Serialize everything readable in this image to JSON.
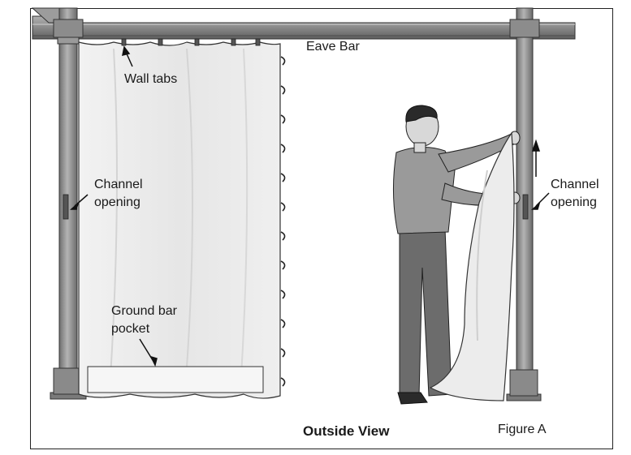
{
  "labels": {
    "eave_bar": "Eave Bar",
    "wall_tabs": "Wall tabs",
    "channel_opening_left_line1": "Channel",
    "channel_opening_left_line2": "opening",
    "channel_opening_right_line1": "Channel",
    "channel_opening_right_line2": "opening",
    "ground_bar_pocket_line1": "Ground bar",
    "ground_bar_pocket_line2": "pocket",
    "view_caption": "Outside View",
    "figure_caption": "Figure A"
  },
  "colors": {
    "frame_gray": "#8e8e8e",
    "frame_dark": "#5a5a5a",
    "curtain_fill": "#ebebeb",
    "shirt": "#9a9a9a",
    "pants": "#6c6c6c",
    "skin": "#d8d8d8",
    "outline": "#222222"
  }
}
